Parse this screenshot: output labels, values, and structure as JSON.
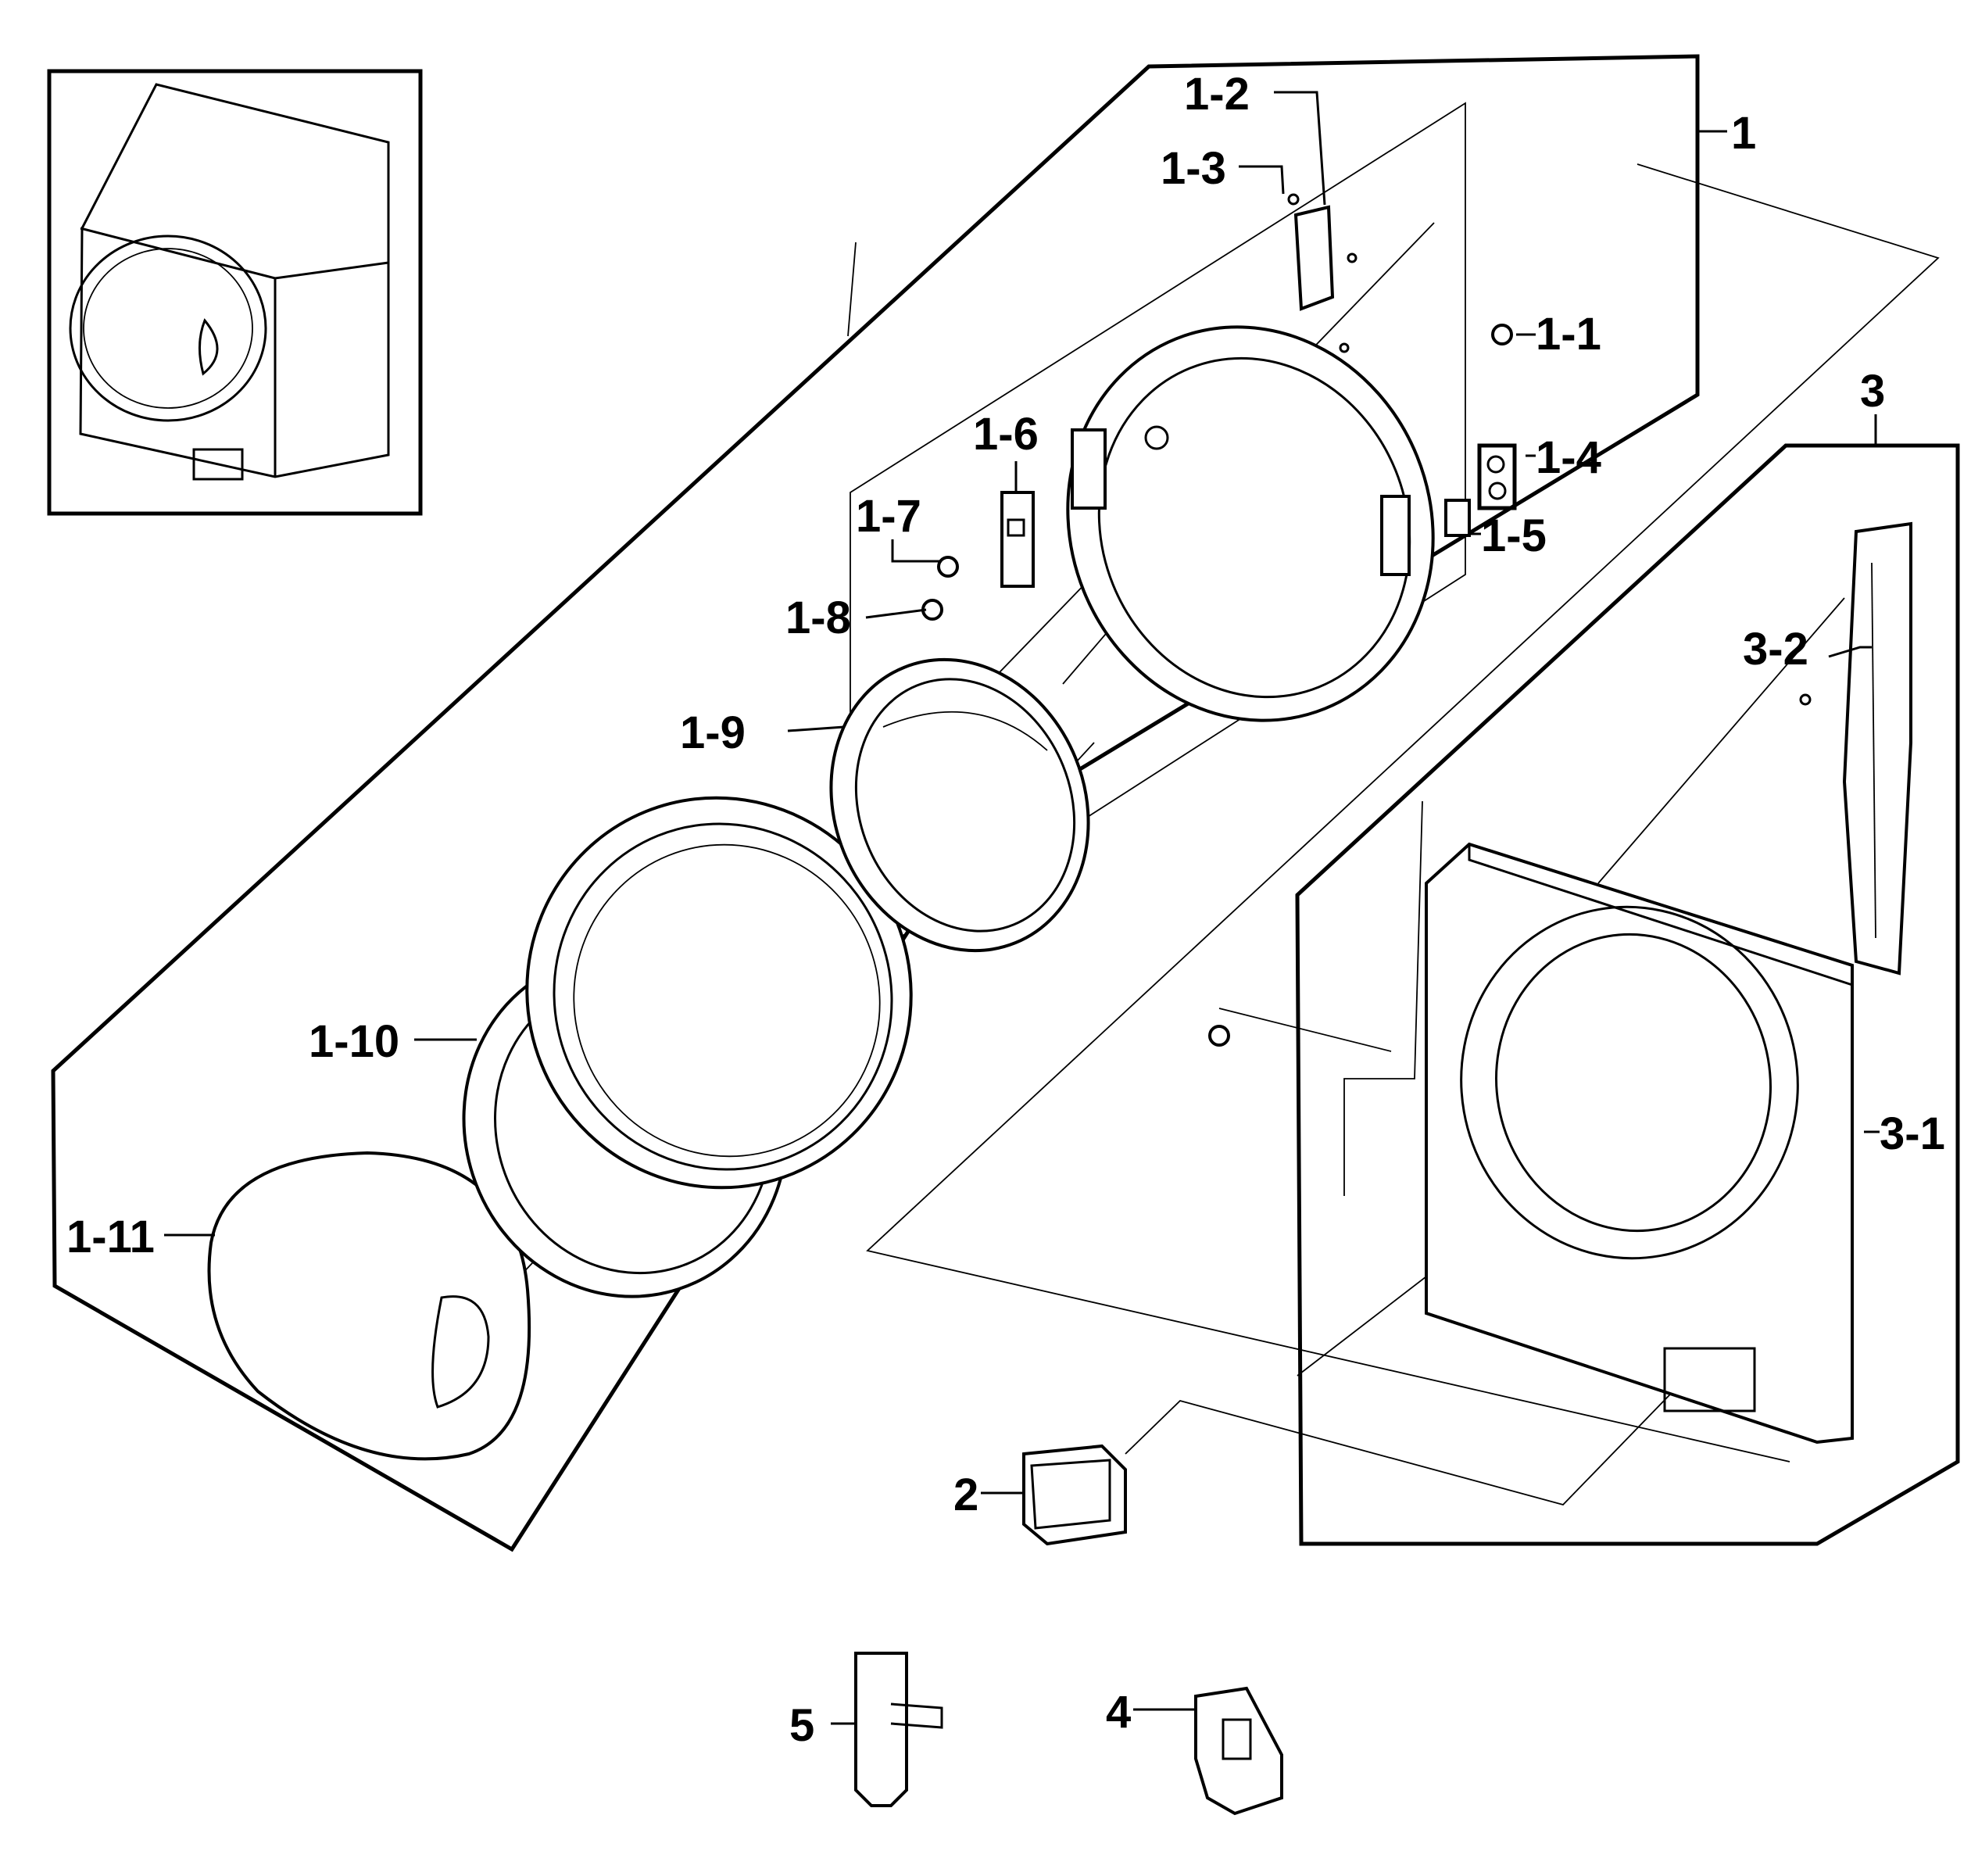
{
  "callouts": {
    "c1": "1",
    "c1_1": "1-1",
    "c1_2": "1-2",
    "c1_3": "1-3",
    "c1_4": "1-4",
    "c1_5": "1-5",
    "c1_6": "1-6",
    "c1_7": "1-7",
    "c1_8": "1-8",
    "c1_9": "1-9",
    "c1_10": "1-10",
    "c1_11": "1-11",
    "c2": "2",
    "c3": "3",
    "c3_1": "3-1",
    "c3_2": "3-2",
    "c4": "4",
    "c5": "5"
  }
}
